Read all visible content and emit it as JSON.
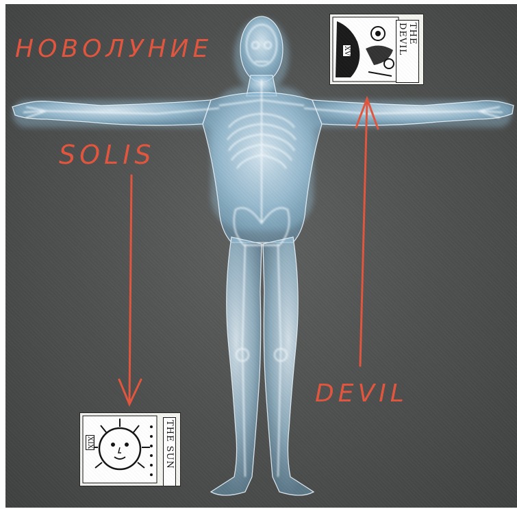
{
  "labels": {
    "top_left": "НОВОЛУНИЕ",
    "left": "SOLIS",
    "right": "DEVIL"
  },
  "cards": {
    "devil": {
      "title": "THE DEVIL",
      "number": "XV"
    },
    "sun": {
      "title": "THE SUN",
      "number": "XIX"
    }
  },
  "colors": {
    "ink": "#e2553d",
    "background": "#4f5150",
    "xray": "#cfe8f5"
  },
  "icons": {
    "figure": "xray-human-figure-icon",
    "arrow_down": "arrow-down-icon",
    "arrow_up": "arrow-up-icon"
  }
}
